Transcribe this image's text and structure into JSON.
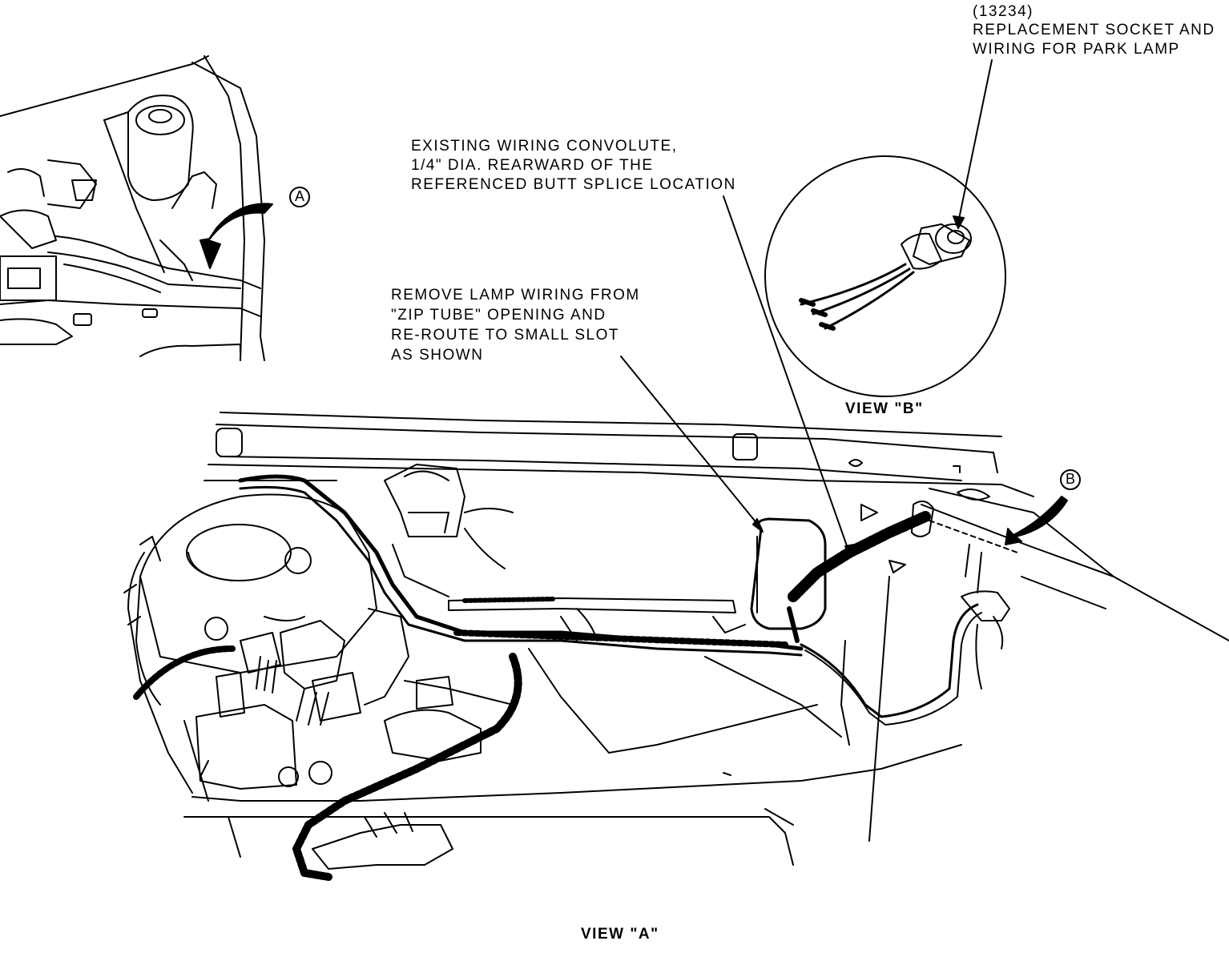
{
  "labels": {
    "socket_part": "(13234)",
    "socket_line1": "REPLACEMENT SOCKET AND",
    "socket_line2": "WIRING FOR PARK LAMP",
    "convolute_line1": "EXISTING WIRING CONVOLUTE,",
    "convolute_line2": "1/4\" DIA. REARWARD OF THE",
    "convolute_line3": "REFERENCED BUTT SPLICE LOCATION",
    "remove_line1": "REMOVE LAMP WIRING FROM",
    "remove_line2": "\"ZIP TUBE\" OPENING AND",
    "remove_line3": "RE-ROUTE TO SMALL SLOT",
    "remove_line4": "AS SHOWN",
    "view_b": "VIEW \"B\"",
    "view_a": "VIEW \"A\"",
    "callout_a": "A",
    "callout_b": "B"
  }
}
